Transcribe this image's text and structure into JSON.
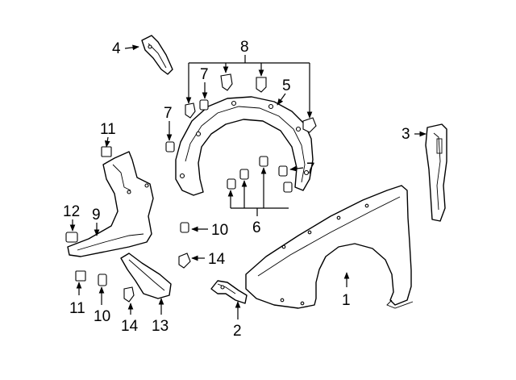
{
  "callouts": {
    "c1": "1",
    "c2": "2",
    "c3": "3",
    "c4": "4",
    "c5": "5",
    "c6": "6",
    "c7a": "7",
    "c7b": "7",
    "c7c": "7",
    "c8": "8",
    "c9": "9",
    "c10a": "10",
    "c10b": "10",
    "c11a": "11",
    "c11b": "11",
    "c12": "12",
    "c13": "13",
    "c14a": "14",
    "c14b": "14"
  }
}
